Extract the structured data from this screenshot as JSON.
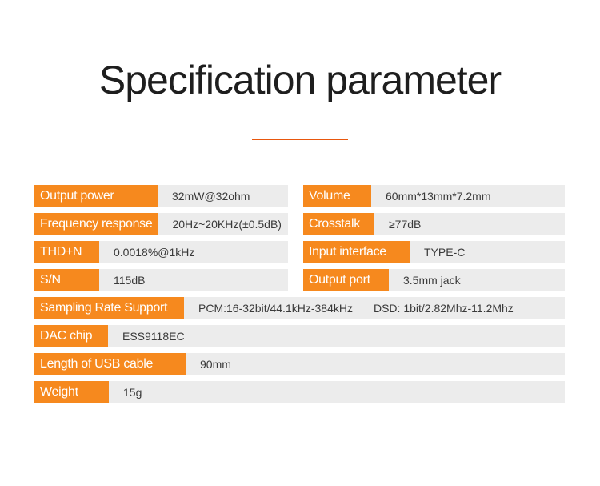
{
  "page": {
    "title": "Specification parameter"
  },
  "colors": {
    "label_orange": "#F6891E",
    "underline_orange": "#E8570E",
    "row_background_gray": "#ECECEC",
    "title_text": "#1E1E1E",
    "value_text": "#3A3A3A",
    "label_text": "#FFFFFF"
  },
  "spec_rows": {
    "left": [
      {
        "label": "Output power",
        "value": "32mW@32ohm"
      },
      {
        "label": "Frequency response",
        "value": "20Hz~20KHz(±0.5dB)"
      },
      {
        "label": "THD+N",
        "value": "0.0018%@1kHz"
      },
      {
        "label": "S/N",
        "value": "115dB"
      }
    ],
    "right": [
      {
        "label": "Volume",
        "value": "60mm*13mm*7.2mm"
      },
      {
        "label": "Crosstalk",
        "value": "≥77dB"
      },
      {
        "label": "Input interface",
        "value": "TYPE-C"
      },
      {
        "label": "Output port",
        "value": "3.5mm jack"
      }
    ],
    "full": [
      {
        "label": "Sampling Rate Support",
        "value": "PCM:16-32bit/44.1kHz-384kHz",
        "value2": "DSD: 1bit/2.82Mhz-11.2Mhz"
      },
      {
        "label": "DAC chip",
        "value": "ESS9118EC"
      },
      {
        "label": "Length of USB cable",
        "value": "90mm"
      },
      {
        "label": "Weight",
        "value": "15g"
      }
    ]
  }
}
